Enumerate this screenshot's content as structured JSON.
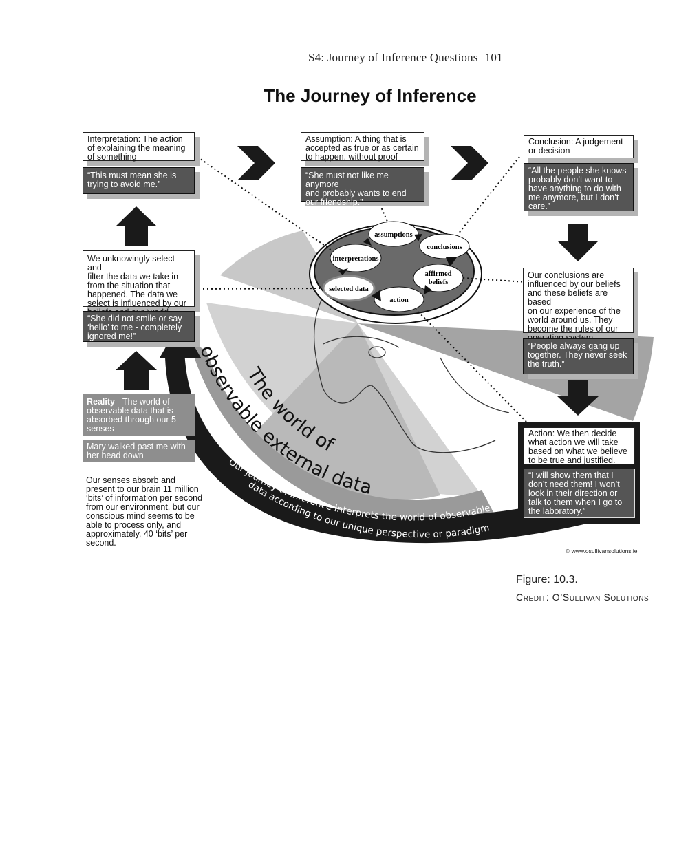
{
  "header": {
    "running_title": "S4: Journey of Inference Questions",
    "page_number": "101"
  },
  "title": "The Journey of Inference",
  "boxes": {
    "interpretation_def": "Interpretation: The action\nof explaining the meaning\nof something",
    "interpretation_quote": "“This must mean she is\ntrying to avoid me.”",
    "assumption_def": "Assumption: A thing that is\naccepted as true or as certain\nto happen, without proof",
    "assumption_quote": "“She must not like me anymore\nand probably wants to end\nour friendship.”",
    "conclusion_def": "Conclusion: A judgement\nor decision",
    "conclusion_quote": "“All the people she knows\nprobably don’t want to\nhave anything to do with\nme anymore, but I don’t\ncare.”",
    "select_def": "We unknowingly select and\nfilter the data we take in\nfrom the situation that\nhappened. The data we\nselect is influenced by our\nbeliefs and our ‘world view’",
    "select_quote": "“She did not smile or say\n‘hello’ to me - completely\nignored me!”",
    "beliefs_def": "Our conclusions are\ninfluenced by our beliefs\nand these beliefs are based\non our experience of the\nworld around us. They\nbecome the rules of our\noperating system.",
    "beliefs_quote": "“People always gang up\ntogether. They never seek\nthe truth.”",
    "reality_label": "Reality",
    "reality_def": " - The world of\nobservable data that is\nabsorbed through our 5\nsenses",
    "reality_example": "Mary walked past me with\nher head down",
    "senses_note": "Our senses absorb and\npresent to our brain 11 million\n‘bits’ of information per second\nfrom our environment, but our\nconscious mind seems to be\nable to process only, and\napproximately, 40 ‘bits’ per\nsecond.",
    "action_def": "Action: We then decide\nwhat action we will take\nbased on what we believe\nto be true and justified.",
    "action_quote": "“I will show them that I\ndon’t need them! I won’t\nlook in their direction or\ntalk to them when I go to\nthe laboratory.”"
  },
  "cycle": {
    "selected_data": "selected data",
    "interpretations": "interpretations",
    "assumptions": "assumptions",
    "conclusions": "conclusions",
    "affirmed_beliefs_1": "affirmed",
    "affirmed_beliefs_2": "beliefs",
    "action": "action"
  },
  "arc_text": {
    "world_line1": "The world of",
    "world_line2": "observable external data",
    "band_line1": "Our Journey of Inference interprets the world of observable",
    "band_line2": "data according to our unique perspective or paradigm"
  },
  "copyright": "© www.osullivansolutions.ie",
  "figure": {
    "label": "Figure: 10.3.",
    "credit_prefix": "Credit:",
    "credit_name": "O’Sullivan Solutions"
  },
  "colors": {
    "dark": "#1a1a1a",
    "quote_fill": "#555555",
    "light_gray": "#c8c8c8",
    "mid_gray": "#a4a4a4",
    "brain_gray": "#6a6a6a"
  }
}
